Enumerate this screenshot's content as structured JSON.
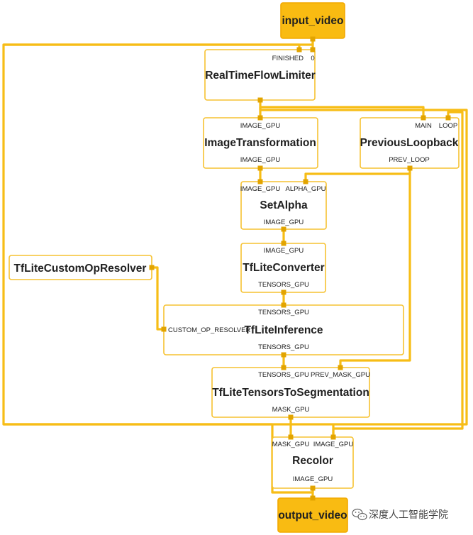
{
  "colors": {
    "edge": "#f7bd16",
    "node_border": "#f6c231",
    "io_fill": "#f9bb12",
    "port": "#e2a400",
    "text": "#202020"
  },
  "nodes": {
    "input_video": {
      "title": "input_video"
    },
    "flow_limiter": {
      "title": "RealTimeFlowLimiter",
      "in_finished": "FINISHED",
      "in_zero": "0"
    },
    "image_transformation": {
      "title": "ImageTransformation",
      "in_image": "IMAGE_GPU",
      "out_image": "IMAGE_GPU"
    },
    "previous_loopback": {
      "title": "PreviousLoopback",
      "in_main": "MAIN",
      "in_loop": "LOOP",
      "out_prev": "PREV_LOOP"
    },
    "set_alpha": {
      "title": "SetAlpha",
      "in_image": "IMAGE_GPU",
      "in_alpha": "ALPHA_GPU",
      "out_image": "IMAGE_GPU"
    },
    "custom_op_resolver": {
      "title": "TfLiteCustomOpResolver"
    },
    "tflite_converter": {
      "title": "TfLiteConverter",
      "in_image": "IMAGE_GPU",
      "out_tensors": "TENSORS_GPU"
    },
    "tflite_inference": {
      "title": "TfLiteInference",
      "in_tensors": "TENSORS_GPU",
      "in_resolver": "CUSTOM_OP_RESOLVER",
      "out_tensors": "TENSORS_GPU"
    },
    "tensors_to_segmentation": {
      "title": "TfLiteTensorsToSegmentation",
      "in_tensors": "TENSORS_GPU",
      "in_prev_mask": "PREV_MASK_GPU",
      "out_mask": "MASK_GPU"
    },
    "recolor": {
      "title": "Recolor",
      "in_mask": "MASK_GPU",
      "in_image": "IMAGE_GPU",
      "out_image": "IMAGE_GPU"
    },
    "output_video": {
      "title": "output_video"
    }
  },
  "watermark": {
    "text": "深度人工智能学院",
    "icon": "wechat-icon"
  }
}
